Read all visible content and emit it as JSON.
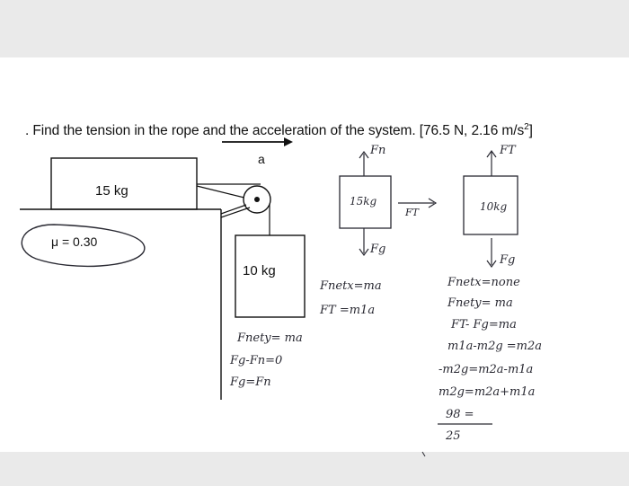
{
  "problem": {
    "text": "Find the tension in the rope and the acceleration of the system. [76.5 N, 2.16 m/s",
    "sup": "2",
    "end": "]"
  },
  "diagram": {
    "accel_label": "a",
    "block1_mass": "15 kg",
    "block2_mass": "10 kg",
    "mu_label": "μ = 0.30"
  },
  "fbd1": {
    "box": "15kg",
    "up": "Fn",
    "down": "Fg",
    "right": "FT",
    "eq1": "Fnetx=ma",
    "eq2": "FT =m1a"
  },
  "fbd2": {
    "box": "10kg",
    "up": "FT",
    "down": "Fg",
    "eq1": "Fnetx=none",
    "eq2": "Fnety= ma",
    "eq3": "FT- Fg=ma",
    "eq4": "m1a-m2g =m2a",
    "eq5": "-m2g=m2a-m1a",
    "eq6": "m2g=m2a+m1a",
    "eq7": "98 =",
    "eq8": "25"
  },
  "bottom_notes": {
    "n1": "Fnety= ma",
    "n2": "Fg-Fn=0",
    "n3": "Fg=Fn"
  }
}
